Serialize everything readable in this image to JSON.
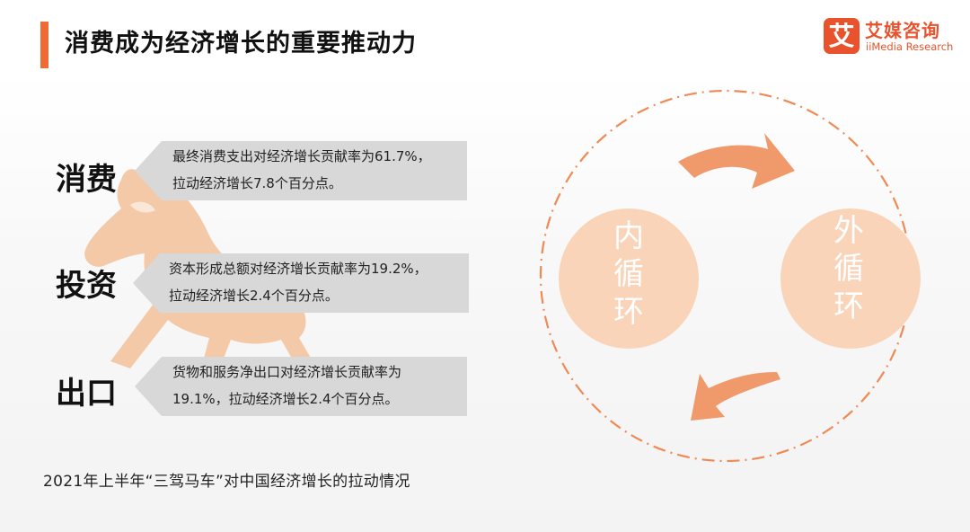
{
  "header": {
    "title": "消费成为经济增长的重要推动力"
  },
  "logo": {
    "mark": "艾",
    "name": "艾媒咨询",
    "tagline": "iiMedia Research"
  },
  "pillars": [
    {
      "label": "消费",
      "line1": "最终消费支出对经济增长贡献率为61.7%，",
      "line2": "拉动经济增长7.8个百分点。"
    },
    {
      "label": "投资",
      "line1": "资本形成总额对经济增长贡献率为19.2%，",
      "line2": "拉动经济增长2.4个百分点。"
    },
    {
      "label": "出口",
      "line1": "货物和服务净出口对经济增长贡献率为",
      "line2": "19.1%，拉动经济增长2.4个百分点。"
    }
  ],
  "caption": "2021年上半年“三驾马车”对中国经济增长的拉动情况",
  "cycle": {
    "left_circle": [
      "内",
      "循",
      "环"
    ],
    "right_circle": [
      "外",
      "循",
      "环"
    ]
  },
  "colors": {
    "accent": "#f06a35",
    "brand": "#e8532d",
    "circle_fill": "#f9d4b8",
    "arrow_fill": "#f0996a",
    "horse_fill": "#f3c9a8",
    "callout_fill": "#d8d8d8",
    "dashed_ring": "#ef8a55"
  },
  "icons": [
    "horse-silhouette",
    "curved-arrow-right",
    "curved-arrow-left"
  ]
}
